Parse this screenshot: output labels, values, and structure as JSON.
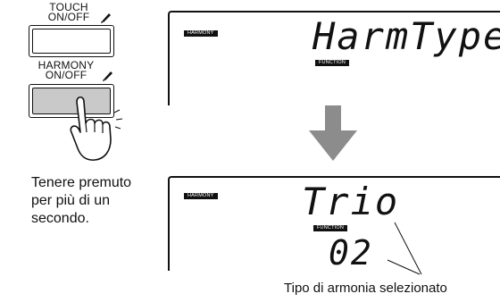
{
  "buttons": {
    "touch": {
      "label_line1": "TOUCH",
      "label_line2": "ON/OFF",
      "icon": "pen-icon"
    },
    "harmony": {
      "label_line1": "HARMONY",
      "label_line2": "ON/OFF",
      "icon": "pen-icon",
      "pressed_hint": "hand-pointer-icon"
    }
  },
  "instruction": {
    "line1": "Tenere premuto",
    "line2": "per più di un",
    "line3": "secondo."
  },
  "display_top": {
    "tag": "HARMONY",
    "main_text": "HarmType",
    "function_tag": "FUNCTION"
  },
  "display_bottom": {
    "tag": "HARMONY",
    "main_text": "Trio",
    "function_tag": "FUNCTION",
    "number": "02"
  },
  "annotation": "Tipo di armonia selezionato",
  "colors": {
    "arrow": "#8c8c8c",
    "button_fill": "#c9c9c9",
    "ink": "#111111"
  }
}
